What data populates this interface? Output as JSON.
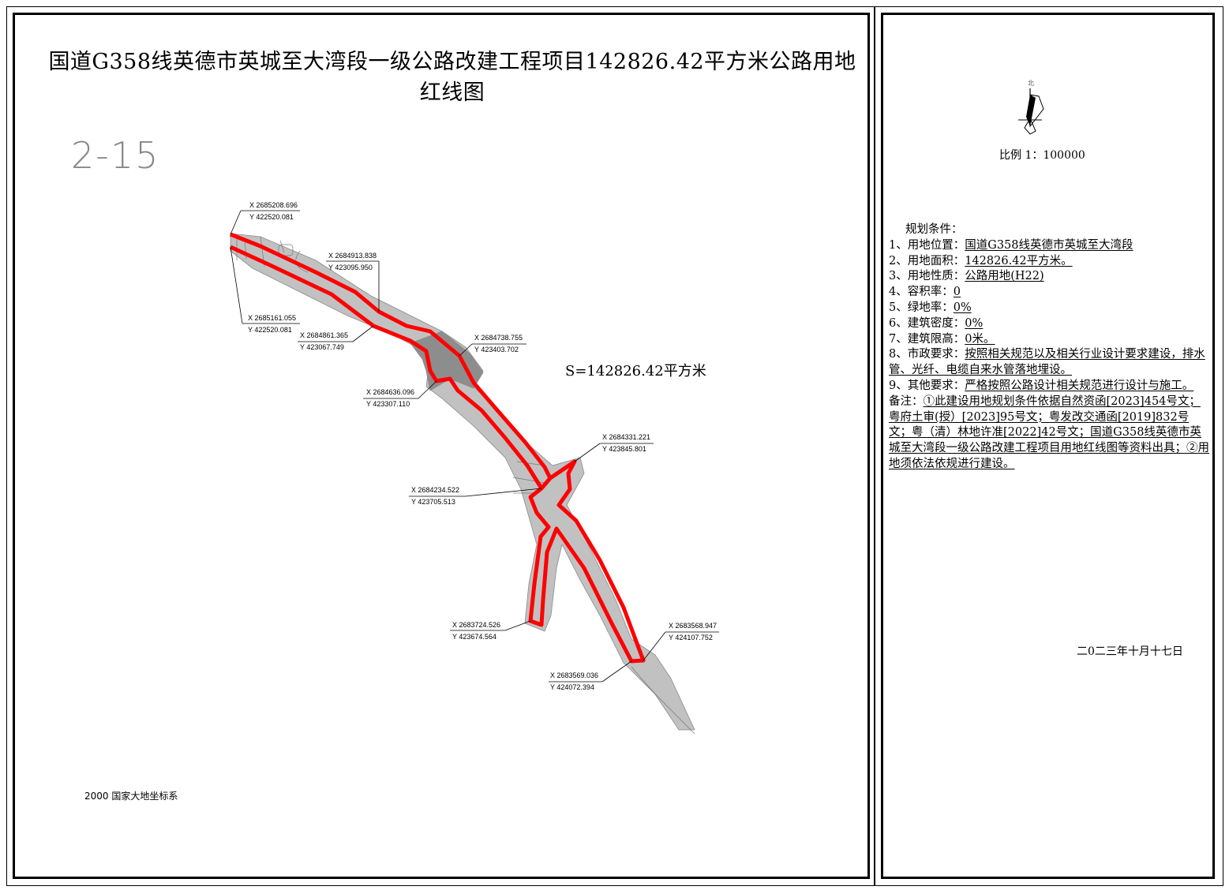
{
  "title": "国道G358线英德市英城至大湾段一级公路改建工程项目142826.42平方米公路用地红线图",
  "sheet_number": "2-15",
  "area_label": "S=142826.42平方米",
  "coordinate_system": "2000 国家大地坐标系",
  "north_label": "北",
  "scale": "比例 1：100000",
  "date": "二0二三年十月十七日",
  "colors": {
    "boundary": "#ff0000",
    "terrain": "#777777"
  },
  "coordinates": [
    {
      "x": "X 2685208.696",
      "y": "Y 422520.081"
    },
    {
      "x": "X 2684913.838",
      "y": "Y 423095.950"
    },
    {
      "x": "X 2685161.055",
      "y": "Y 422520.081"
    },
    {
      "x": "X 2684861.365",
      "y": "Y 423067.749"
    },
    {
      "x": "X 2684738.755",
      "y": "Y 423403.702"
    },
    {
      "x": "X 2684636.096",
      "y": "Y 423307.110"
    },
    {
      "x": "X 2684331.221",
      "y": "Y 423845.801"
    },
    {
      "x": "X 2684234.522",
      "y": "Y 423705.513"
    },
    {
      "x": "X 2683724.526",
      "y": "Y 423674.564"
    },
    {
      "x": "X 2683568.947",
      "y": "Y 424107.752"
    },
    {
      "x": "X 2683569.036",
      "y": "Y 424072.394"
    }
  ],
  "conditions": {
    "heading": "规划条件：",
    "items": [
      {
        "label": "1、用地位置：",
        "value": "国道G358线英德市英城至大湾段"
      },
      {
        "label": "2、用地面积：",
        "value": "142826.42平方米。"
      },
      {
        "label": "3、用地性质：",
        "value": "公路用地(H22)"
      },
      {
        "label": "4、容积率：",
        "value": "0"
      },
      {
        "label": "5、绿地率：",
        "value": "0%"
      },
      {
        "label": "6、建筑密度：",
        "value": "0%"
      },
      {
        "label": "7、建筑限高：",
        "value": "0米。"
      },
      {
        "label": "8、市政要求：",
        "value": "按照相关规范以及相关行业设计要求建设，排水管、光纤、电缆自来水管落地埋设。"
      },
      {
        "label": "9、其他要求：",
        "value": "严格按照公路设计相关规范进行设计与施工。"
      }
    ],
    "note_label": "备注：",
    "note": "①此建设用地规划条件依据自然资函[2023]454号文；粤府土审(授）[2023]95号文；粤发改交通函[2019]832号文；粤（清）林地许准[2022]42号文；国道G358线英德市英城至大湾段一级公路改建工程项目用地红线图等资料出具；②用地须依法依规进行建设。"
  }
}
